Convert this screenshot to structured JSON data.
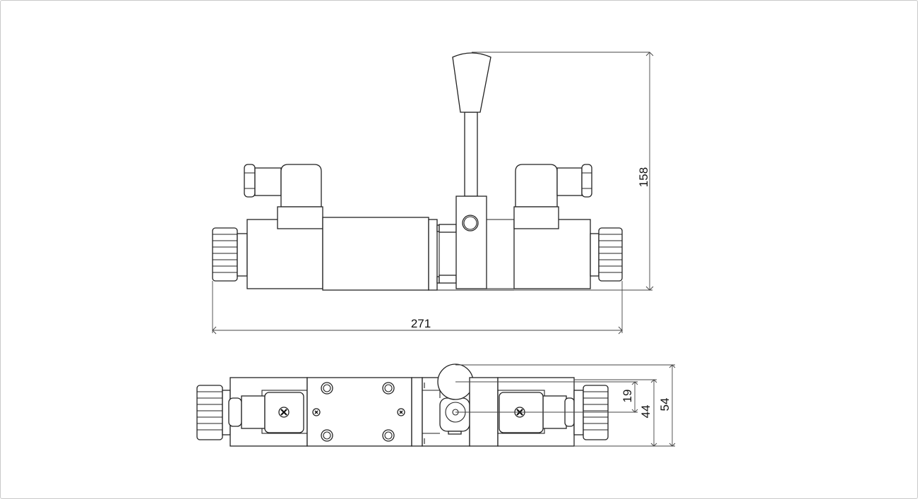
{
  "front_view": {
    "width_dimension": "271",
    "height_dimension": "158"
  },
  "top_view": {
    "dimension_19": "19",
    "dimension_44": "44",
    "dimension_54": "54"
  },
  "colors": {
    "line": "#222222",
    "border": "#c8c8c8"
  }
}
